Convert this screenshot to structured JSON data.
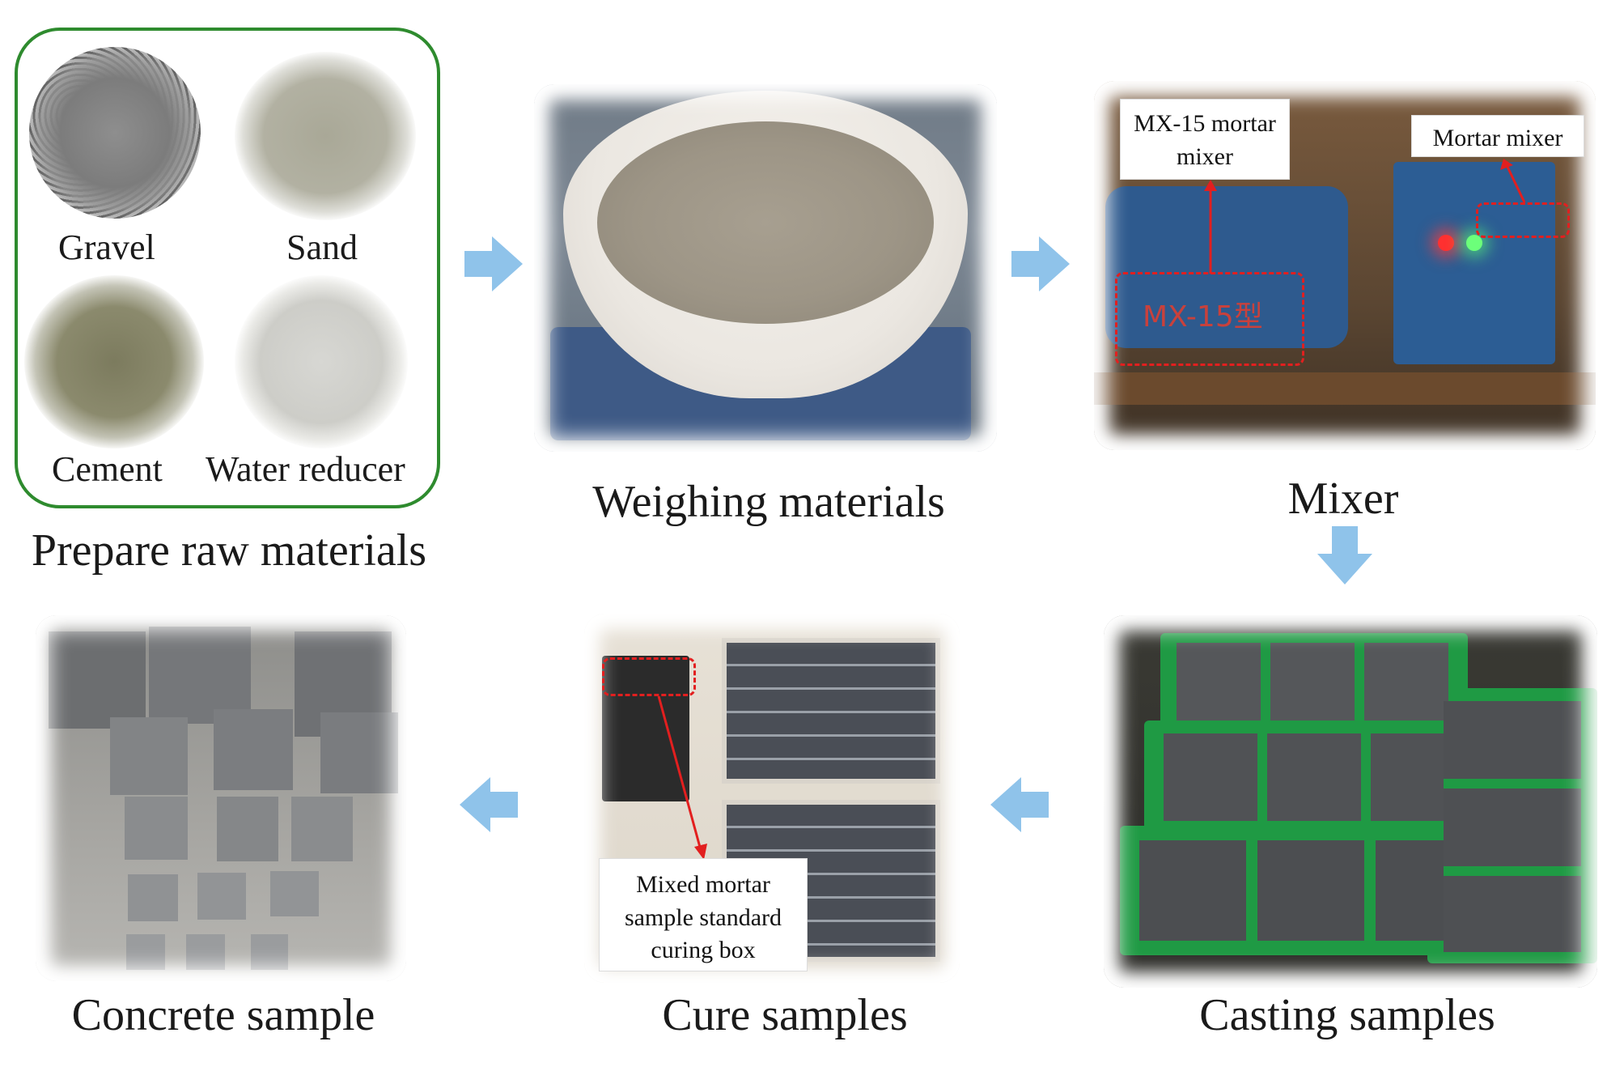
{
  "raw_materials": {
    "gravel": "Gravel",
    "sand": "Sand",
    "cement": "Cement",
    "water_reducer": "Water reducer",
    "caption": "Prepare raw materials"
  },
  "steps": {
    "weighing": "Weighing materials",
    "mixer": "Mixer",
    "casting": "Casting samples",
    "cure": "Cure samples",
    "concrete": "Concrete sample"
  },
  "annotations": {
    "mx15_label": "MX-15 mortar mixer",
    "mixer_label": "Mortar mixer",
    "mx15_text": "MX-15型",
    "curing_box_label": "Mixed mortar sample standard curing box"
  },
  "colors": {
    "arrow": "#8fc3ea",
    "green_border": "#2e8b2e",
    "callout": "#e21f1f",
    "mold_green": "#1f9a44"
  }
}
